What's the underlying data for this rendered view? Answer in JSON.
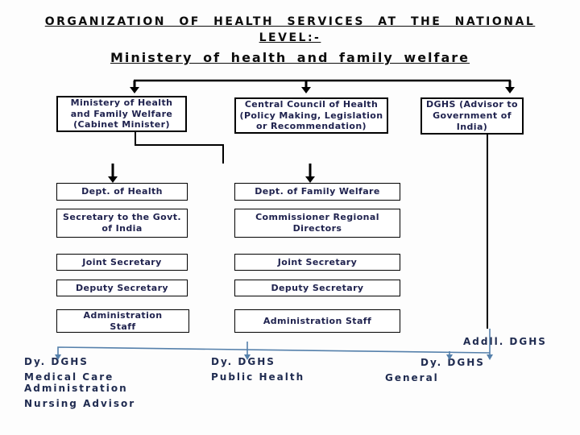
{
  "header": {
    "title_line1": "ORGANIZATION OF HEALTH SERVICES AT THE NATIONAL",
    "title_line2": "LEVEL:-",
    "subtitle": "Ministery of health and family welfare"
  },
  "top_boxes": {
    "ministry": "Ministery of Health and Family Welfare (Cabinet Minister)",
    "central_council": "Central Council of Health (Policy Making, Legislation or Recommendation)",
    "dghs": "DGHS (Advisor to Government of India)"
  },
  "health_column": {
    "dept": "Dept. of Health",
    "secretary": "Secretary to the Govt. of India",
    "joint_secretary": "Joint Secretary",
    "deputy_secretary": "Deputy Secretary",
    "admin_staff": "Administration Staff"
  },
  "family_welfare_column": {
    "dept": "Dept. of Family Welfare",
    "commissioner": "Commissioner Regional Directors",
    "joint_secretary": "Joint Secretary",
    "deputy_secretary": "Deputy Secretary",
    "admin_staff": "Administration Staff"
  },
  "dghs_branch": {
    "additional_dghs": "Addll. DGHS",
    "deputy_medical": "Dy. DGHS",
    "medical_area": "Medical Care Administration",
    "nursing": "Nursing Advisor",
    "deputy_public": "Dy. DGHS",
    "public_area": "Public Health",
    "deputy_general": "Dy. DGHS",
    "general_area": "General"
  },
  "colors": {
    "connector_black": "#000000",
    "connector_blue": "#5580ab",
    "box_text": "#20234f",
    "label_text": "#1f2b50"
  }
}
